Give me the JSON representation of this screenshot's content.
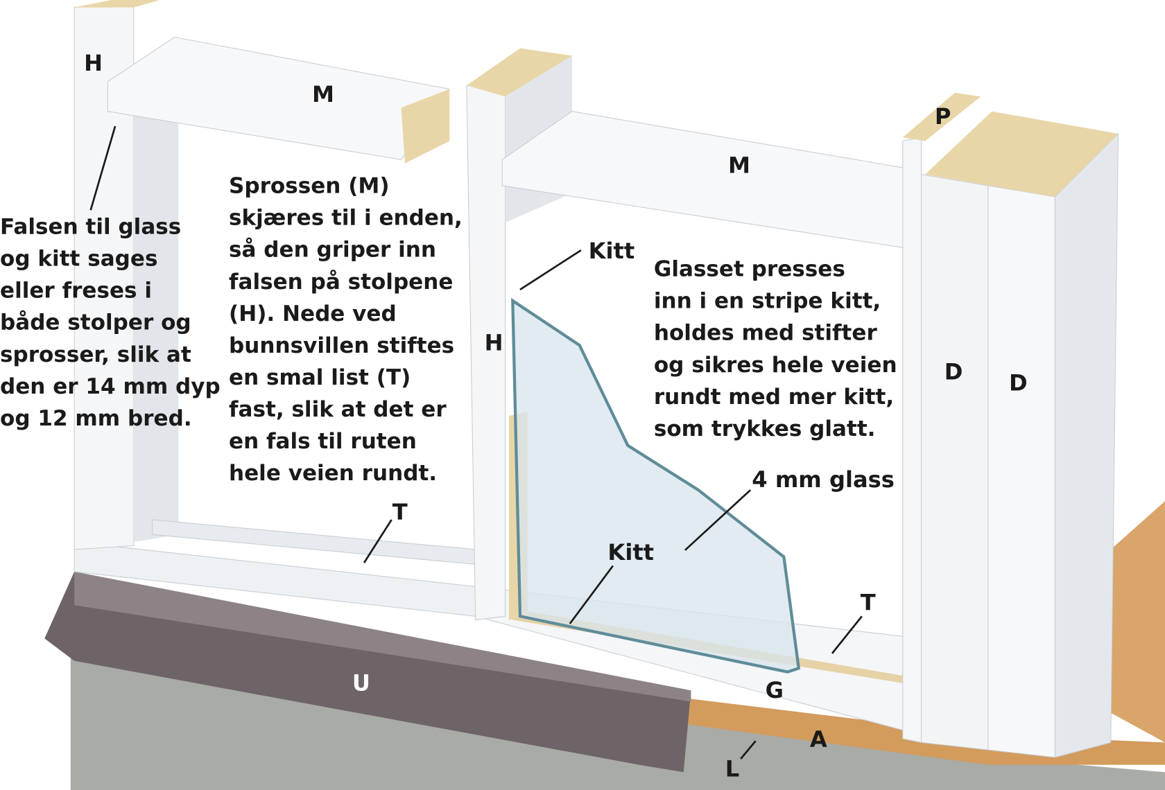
{
  "labels": {
    "h_left": "H",
    "m_left": "M",
    "m_right": "M",
    "p": "P",
    "h_mid": "H",
    "kitt_top": "Kitt",
    "d1": "D",
    "d2": "D",
    "t_left": "T",
    "t_right": "T",
    "kitt_bottom": "Kitt",
    "glass": "4 mm glass",
    "u": "U",
    "g": "G",
    "a": "A",
    "l": "L"
  },
  "notes": {
    "falsen": [
      "Falsen til glass",
      "og kitt sages",
      "eller freses i",
      "både stolper og",
      "sprosser, slik at",
      "den er 14 mm dyp",
      "og 12 mm bred."
    ],
    "sprossen": [
      "Sprossen (M)",
      "skjæres til i enden,",
      "så den griper inn",
      "falsen på stolpene",
      "(H). Nede ved",
      "bunnsvillen stiftes",
      "en smal list (T)",
      "fast, slik at det er",
      "en fals til ruten",
      "hele veien rundt."
    ],
    "glasset": [
      "Glasset presses",
      "inn i en stripe kitt,",
      "holdes med stifter",
      "og sikres hele veien",
      "rundt med mer kitt,",
      "som trykkes glatt."
    ]
  },
  "colors": {
    "wood": "#e9d6a8",
    "frame": "#f4f6f8",
    "concrete": "#a9aba6",
    "metal": "#6e6468",
    "glass": "#d7e4ec",
    "glass_edge": "#5f8c99",
    "floor": "#d9a56a"
  }
}
